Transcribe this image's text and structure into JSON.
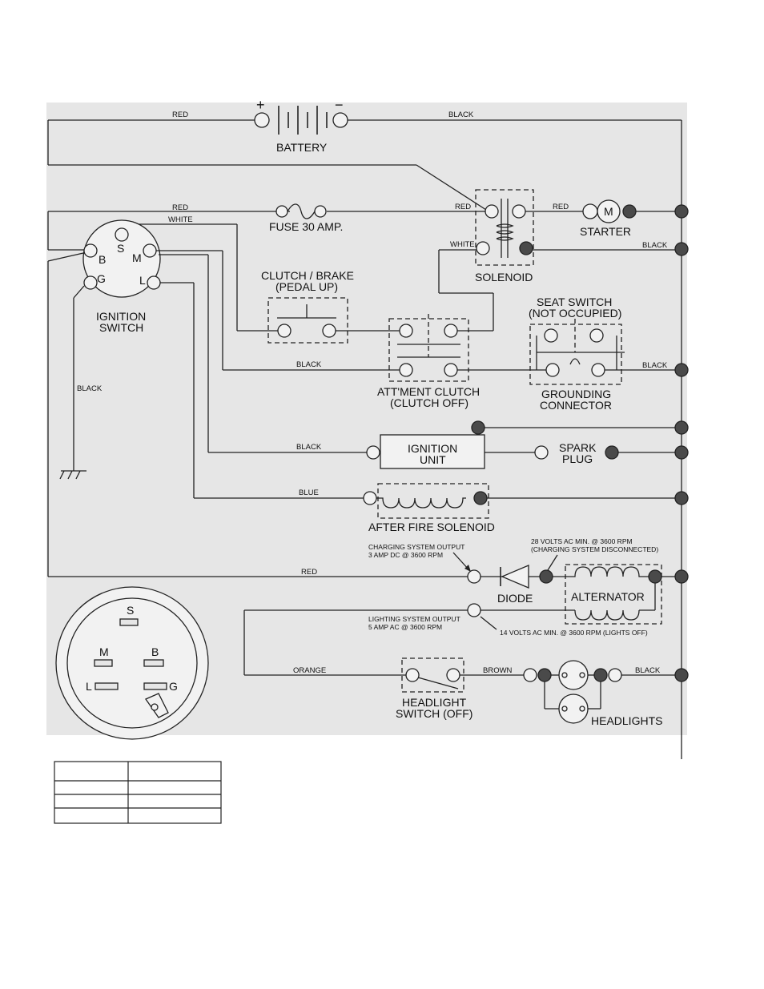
{
  "wire_labels": {
    "red_top": "RED",
    "black_top": "BLACK",
    "red_fuse": "RED",
    "white_top": "WHITE",
    "red_sol": "RED",
    "red_starter": "RED",
    "white_sol": "WHITE",
    "black_starter": "BLACK",
    "black_clutch": "BLACK",
    "black_seat": "BLACK",
    "black_ground": "BLACK",
    "black_ignition": "BLACK",
    "blue_afs": "BLUE",
    "red_charge": "RED",
    "orange": "ORANGE",
    "brown": "BROWN",
    "black_lights": "BLACK"
  },
  "battery": {
    "label": "BATTERY",
    "plus": "+",
    "minus": "−"
  },
  "fuse": {
    "label": "FUSE 30 AMP."
  },
  "solenoid": {
    "label": "SOLENOID"
  },
  "starter": {
    "label": "STARTER",
    "motor": "M"
  },
  "ignition_switch": {
    "label_line1": "IGNITION",
    "label_line2": "SWITCH",
    "pins": {
      "b": "B",
      "s": "S",
      "m": "M",
      "g": "G",
      "l": "L"
    }
  },
  "clutch_brake": {
    "line1": "CLUTCH / BRAKE",
    "line2": "(PEDAL UP)"
  },
  "seat_switch": {
    "line1": "SEAT SWITCH",
    "line2": "(NOT OCCUPIED)"
  },
  "attment_clutch": {
    "line1": "ATT'MENT CLUTCH",
    "line2": "(CLUTCH OFF)"
  },
  "grounding_connector": {
    "line1": "GROUNDING",
    "line2": "CONNECTOR"
  },
  "ignition_unit": {
    "line1": "IGNITION",
    "line2": "UNIT"
  },
  "spark_plug": {
    "line1": "SPARK",
    "line2": "PLUG"
  },
  "after_fire_solenoid": {
    "label": "AFTER FIRE SOLENOID"
  },
  "charging": {
    "output_line1": "CHARGING SYSTEM OUTPUT",
    "output_line2": "3 AMP DC @ 3600 RPM",
    "ac_line1": "28 VOLTS AC MIN. @ 3600 RPM",
    "ac_line2": "(CHARGING SYSTEM DISCONNECTED)"
  },
  "diode": {
    "label": "DIODE"
  },
  "alternator": {
    "label": "ALTERNATOR"
  },
  "lighting": {
    "output_line1": "LIGHTING SYSTEM OUTPUT",
    "output_line2": "5 AMP AC @ 3600 RPM",
    "ac_note": "14 VOLTS AC MIN. @ 3600 RPM (LIGHTS OFF)"
  },
  "headlight_switch": {
    "line1": "HEADLIGHT",
    "line2": "SWITCH (OFF)"
  },
  "headlights": {
    "label": "HEADLIGHTS"
  },
  "switch_face": {
    "s": "S",
    "m": "M",
    "b": "B",
    "l": "L",
    "g": "G"
  }
}
